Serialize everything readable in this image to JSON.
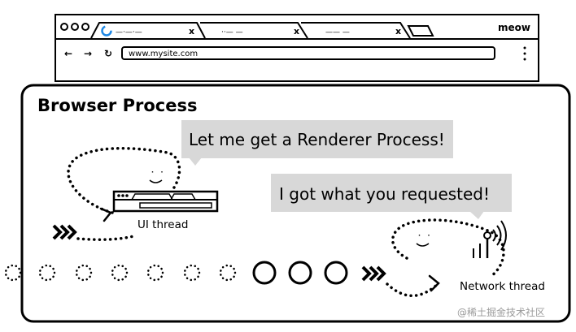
{
  "browser": {
    "brand": "meow",
    "url": "www.mysite.com",
    "tabs": [
      {
        "placeholder": "—·—·—",
        "close": "x"
      },
      {
        "placeholder": "··— —",
        "close": "x"
      },
      {
        "placeholder": "——  —",
        "close": "x"
      }
    ],
    "nav_icons": [
      "back-arrow-icon",
      "forward-arrow-icon",
      "reload-icon",
      "kebab-menu-icon"
    ]
  },
  "diagram": {
    "process_title": "Browser Process",
    "bubbles": [
      {
        "id": "renderer-request",
        "text": "Let me get a Renderer Process!"
      },
      {
        "id": "network-reply",
        "text": "I got what you requested!"
      }
    ],
    "threads": [
      {
        "id": "ui",
        "label": "UI thread"
      },
      {
        "id": "network",
        "label": "Network thread"
      }
    ],
    "message_circles": {
      "dotted": 7,
      "solid": 3
    }
  },
  "watermark": "@稀土掘金技术社区"
}
